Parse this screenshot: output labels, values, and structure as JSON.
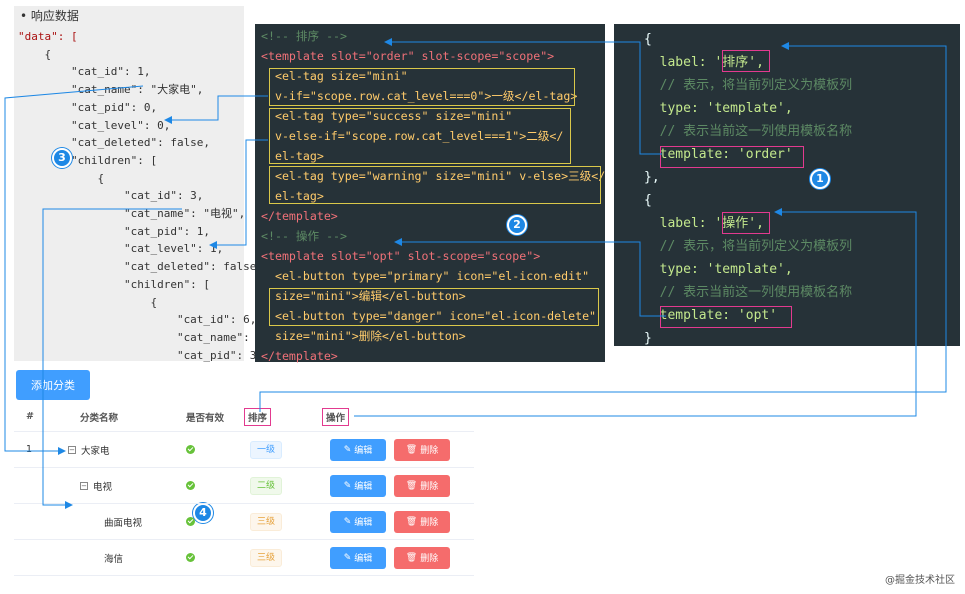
{
  "json_panel": {
    "heading": "响应数据",
    "lines": [
      "\"data\": [",
      "    {",
      "        \"cat_id\": 1,",
      "        \"cat_name\": \"大家电\",",
      "        \"cat_pid\": 0,",
      "        \"cat_level\": 0,",
      "        \"cat_deleted\": false,",
      "        \"children\": [",
      "            {",
      "                \"cat_id\": 3,",
      "                \"cat_name\": \"电视\",",
      "                \"cat_pid\": 1,",
      "                \"cat_level\": 1,",
      "                \"cat_deleted\": false,",
      "                \"children\": [",
      "                    {",
      "                        \"cat_id\": 6,",
      "                        \"cat_name\": \"",
      "                        \"cat_pid\": 3,"
    ],
    "highlighted_key": "cat_name"
  },
  "template_panel": {
    "lines": [
      "<!-- 排序 -->",
      "<template slot=\"order\" slot-scope=\"scope\">",
      "  <el-tag size=\"mini\"",
      "  v-if=\"scope.row.cat_level===0\">一级</el-tag>",
      "  <el-tag type=\"success\" size=\"mini\"",
      "  v-else-if=\"scope.row.cat_level===1\">二级</",
      "  el-tag>",
      "  <el-tag type=\"warning\" size=\"mini\" v-else>三级</",
      "  el-tag>",
      "</template>",
      "<!-- 操作 -->",
      "<template slot=\"opt\" slot-scope=\"scope\">",
      "  <el-button type=\"primary\" icon=\"el-icon-edit\"",
      "  size=\"mini\">编辑</el-button>",
      "  <el-button type=\"danger\" icon=\"el-icon-delete\"",
      "  size=\"mini\">删除</el-button>",
      "</template>"
    ]
  },
  "columns_panel": {
    "lines": [
      "{",
      "  label: '排序',",
      "  // 表示，将当前列定义为模板列",
      "  type: 'template',",
      "  // 表示当前这一列使用模板名称",
      "  template: 'order'",
      "},",
      "{",
      "  label: '操作',",
      "  // 表示，将当前列定义为模板列",
      "  type: 'template',",
      "  // 表示当前这一列使用模板名称",
      "  template: 'opt'",
      "}"
    ]
  },
  "badges": [
    "1",
    "2",
    "3",
    "4"
  ],
  "table": {
    "add_button": "添加分类",
    "headers": [
      "#",
      "分类名称",
      "是否有效",
      "排序",
      "操作"
    ],
    "rows": [
      {
        "index": "1",
        "name": "大家电",
        "level": "一级",
        "tag": "primary",
        "tree": "−"
      },
      {
        "index": "",
        "name": "电视",
        "level": "二级",
        "tag": "success",
        "tree": "−"
      },
      {
        "index": "",
        "name": "曲面电视",
        "level": "三级",
        "tag": "warning",
        "tree": ""
      },
      {
        "index": "",
        "name": "海信",
        "level": "三级",
        "tag": "warning",
        "tree": ""
      }
    ],
    "edit_label": "编辑",
    "delete_label": "删除"
  },
  "watermark": "@掘金技术社区",
  "colors": {
    "primary": "#409eff",
    "success": "#67c23a",
    "warning": "#e6a23c",
    "danger": "#f56c6c",
    "code_bg": "#263238",
    "connector": "#1e88e5"
  }
}
